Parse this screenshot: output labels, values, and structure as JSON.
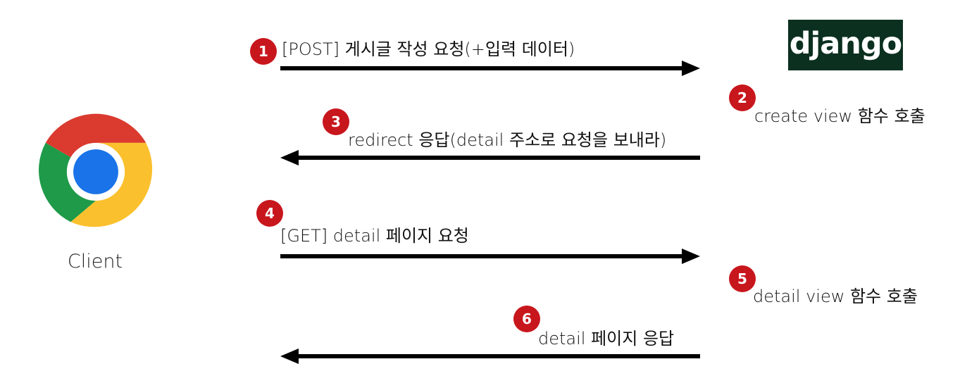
{
  "client": {
    "label": "Client",
    "icon": "chrome-logo-icon"
  },
  "server": {
    "logo_text": "django",
    "logo_bg": "#0c3020"
  },
  "steps": [
    {
      "number": "1",
      "text": "[POST] 게시글 작성 요청(+입력 데이터)"
    },
    {
      "number": "2",
      "text": "create view 함수 호출"
    },
    {
      "number": "3",
      "text": "redirect 응답(detail 주소로 요청을 보내라)"
    },
    {
      "number": "4",
      "text": "[GET] detail 페이지 요청"
    },
    {
      "number": "5",
      "text": "detail view 함수 호출"
    },
    {
      "number": "6",
      "text": "detail 페이지 응답"
    }
  ],
  "colors": {
    "badge": "#c8161d",
    "arrow": "#000000"
  }
}
